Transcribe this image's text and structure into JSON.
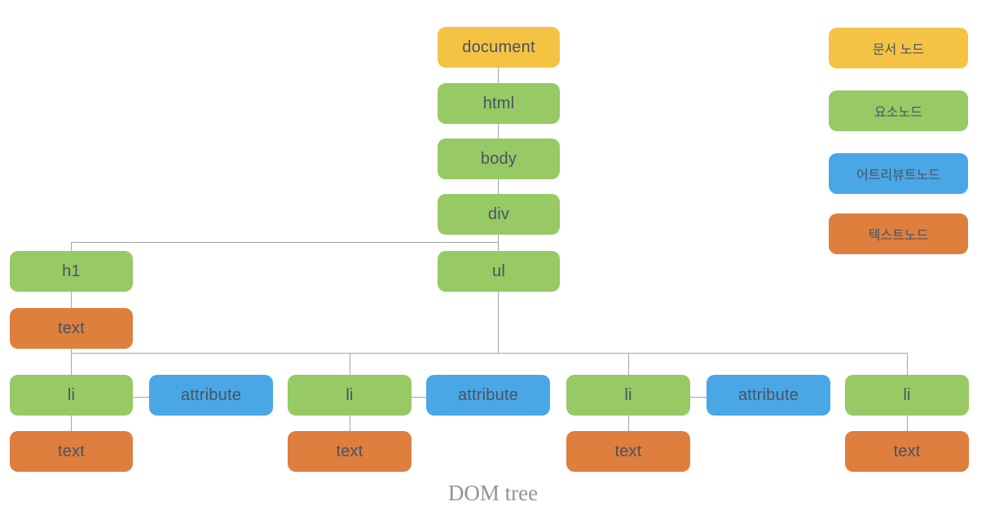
{
  "diagram": {
    "caption": "DOM tree",
    "nodes": {
      "document": {
        "label": "document",
        "type": "document"
      },
      "html": {
        "label": "html",
        "type": "element"
      },
      "body": {
        "label": "body",
        "type": "element"
      },
      "div": {
        "label": "div",
        "type": "element"
      },
      "h1": {
        "label": "h1",
        "type": "element"
      },
      "ul": {
        "label": "ul",
        "type": "element"
      },
      "h1_text": {
        "label": "text",
        "type": "text"
      },
      "li1": {
        "label": "li",
        "type": "element"
      },
      "attr1": {
        "label": "attribute",
        "type": "attribute"
      },
      "li2": {
        "label": "li",
        "type": "element"
      },
      "attr2": {
        "label": "attribute",
        "type": "attribute"
      },
      "li3": {
        "label": "li",
        "type": "element"
      },
      "attr3": {
        "label": "attribute",
        "type": "attribute"
      },
      "li4": {
        "label": "li",
        "type": "element"
      },
      "li1_text": {
        "label": "text",
        "type": "text"
      },
      "li2_text": {
        "label": "text",
        "type": "text"
      },
      "li3_text": {
        "label": "text",
        "type": "text"
      },
      "li4_text": {
        "label": "text",
        "type": "text"
      }
    },
    "legend": [
      {
        "label": "문서 노드",
        "type": "document"
      },
      {
        "label": "요소노드",
        "type": "element"
      },
      {
        "label": "어트리뷰트노드",
        "type": "attribute"
      },
      {
        "label": "텍스트노드",
        "type": "text"
      }
    ],
    "colors": {
      "document": "#F5C343",
      "element": "#97C964",
      "attribute": "#4AA7E6",
      "text": "#DE7F3D",
      "node_label": "#495362",
      "line": "#9FA6AE",
      "caption": "#8C949B"
    }
  }
}
